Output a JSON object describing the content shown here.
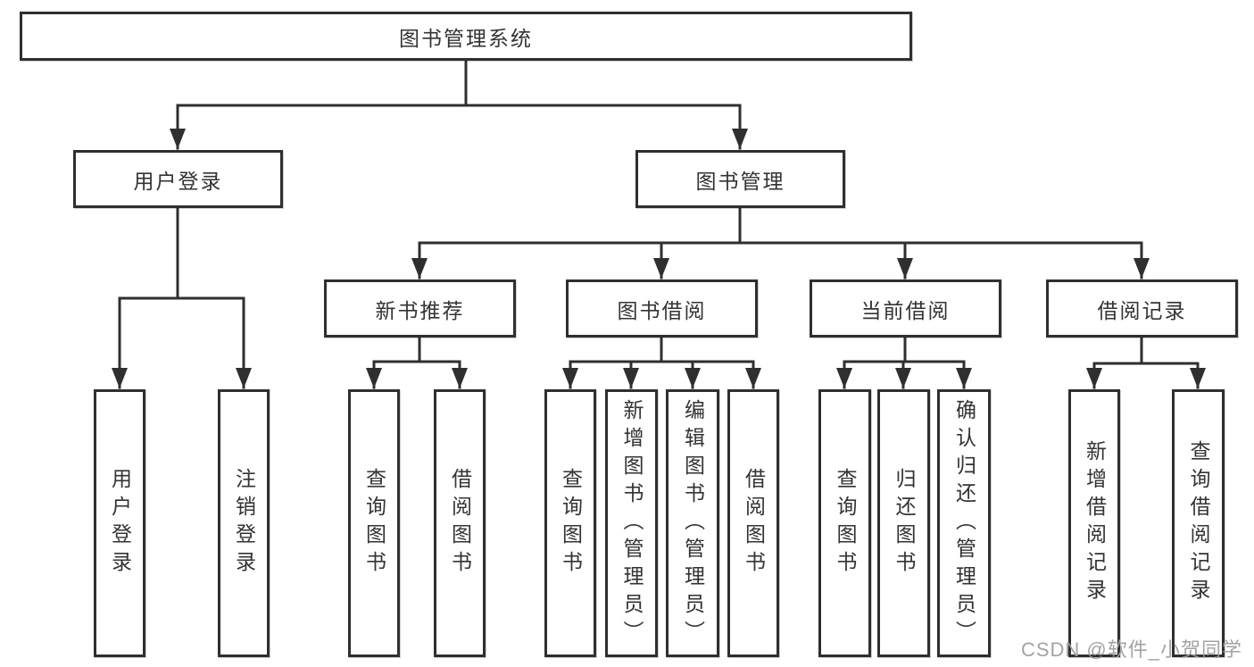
{
  "tree": {
    "root": "图书管理系统",
    "user_branch": {
      "label": "用户登录",
      "leaves": [
        "用户登录",
        "注销登录"
      ]
    },
    "book_branch": {
      "label": "图书管理",
      "groups": [
        {
          "label": "新书推荐",
          "leaves": [
            "查询图书",
            "借阅图书"
          ]
        },
        {
          "label": "图书借阅",
          "leaves": [
            "查询图书",
            "新增图书（管理员）",
            "编辑图书（管理员）",
            "借阅图书"
          ]
        },
        {
          "label": "当前借阅",
          "leaves": [
            "查询图书",
            "归还图书",
            "确认归还（管理员）"
          ]
        },
        {
          "label": "借阅记录",
          "leaves": [
            "新增借阅记录",
            "查询借阅记录"
          ]
        }
      ]
    }
  },
  "watermark": "CSDN @软件_小贺同学",
  "colors": {
    "line": "#2f2f2f",
    "box_border": "#2f2f2f",
    "text": "#333333",
    "watermark": "#9e9e9e",
    "background": "#ffffff"
  }
}
